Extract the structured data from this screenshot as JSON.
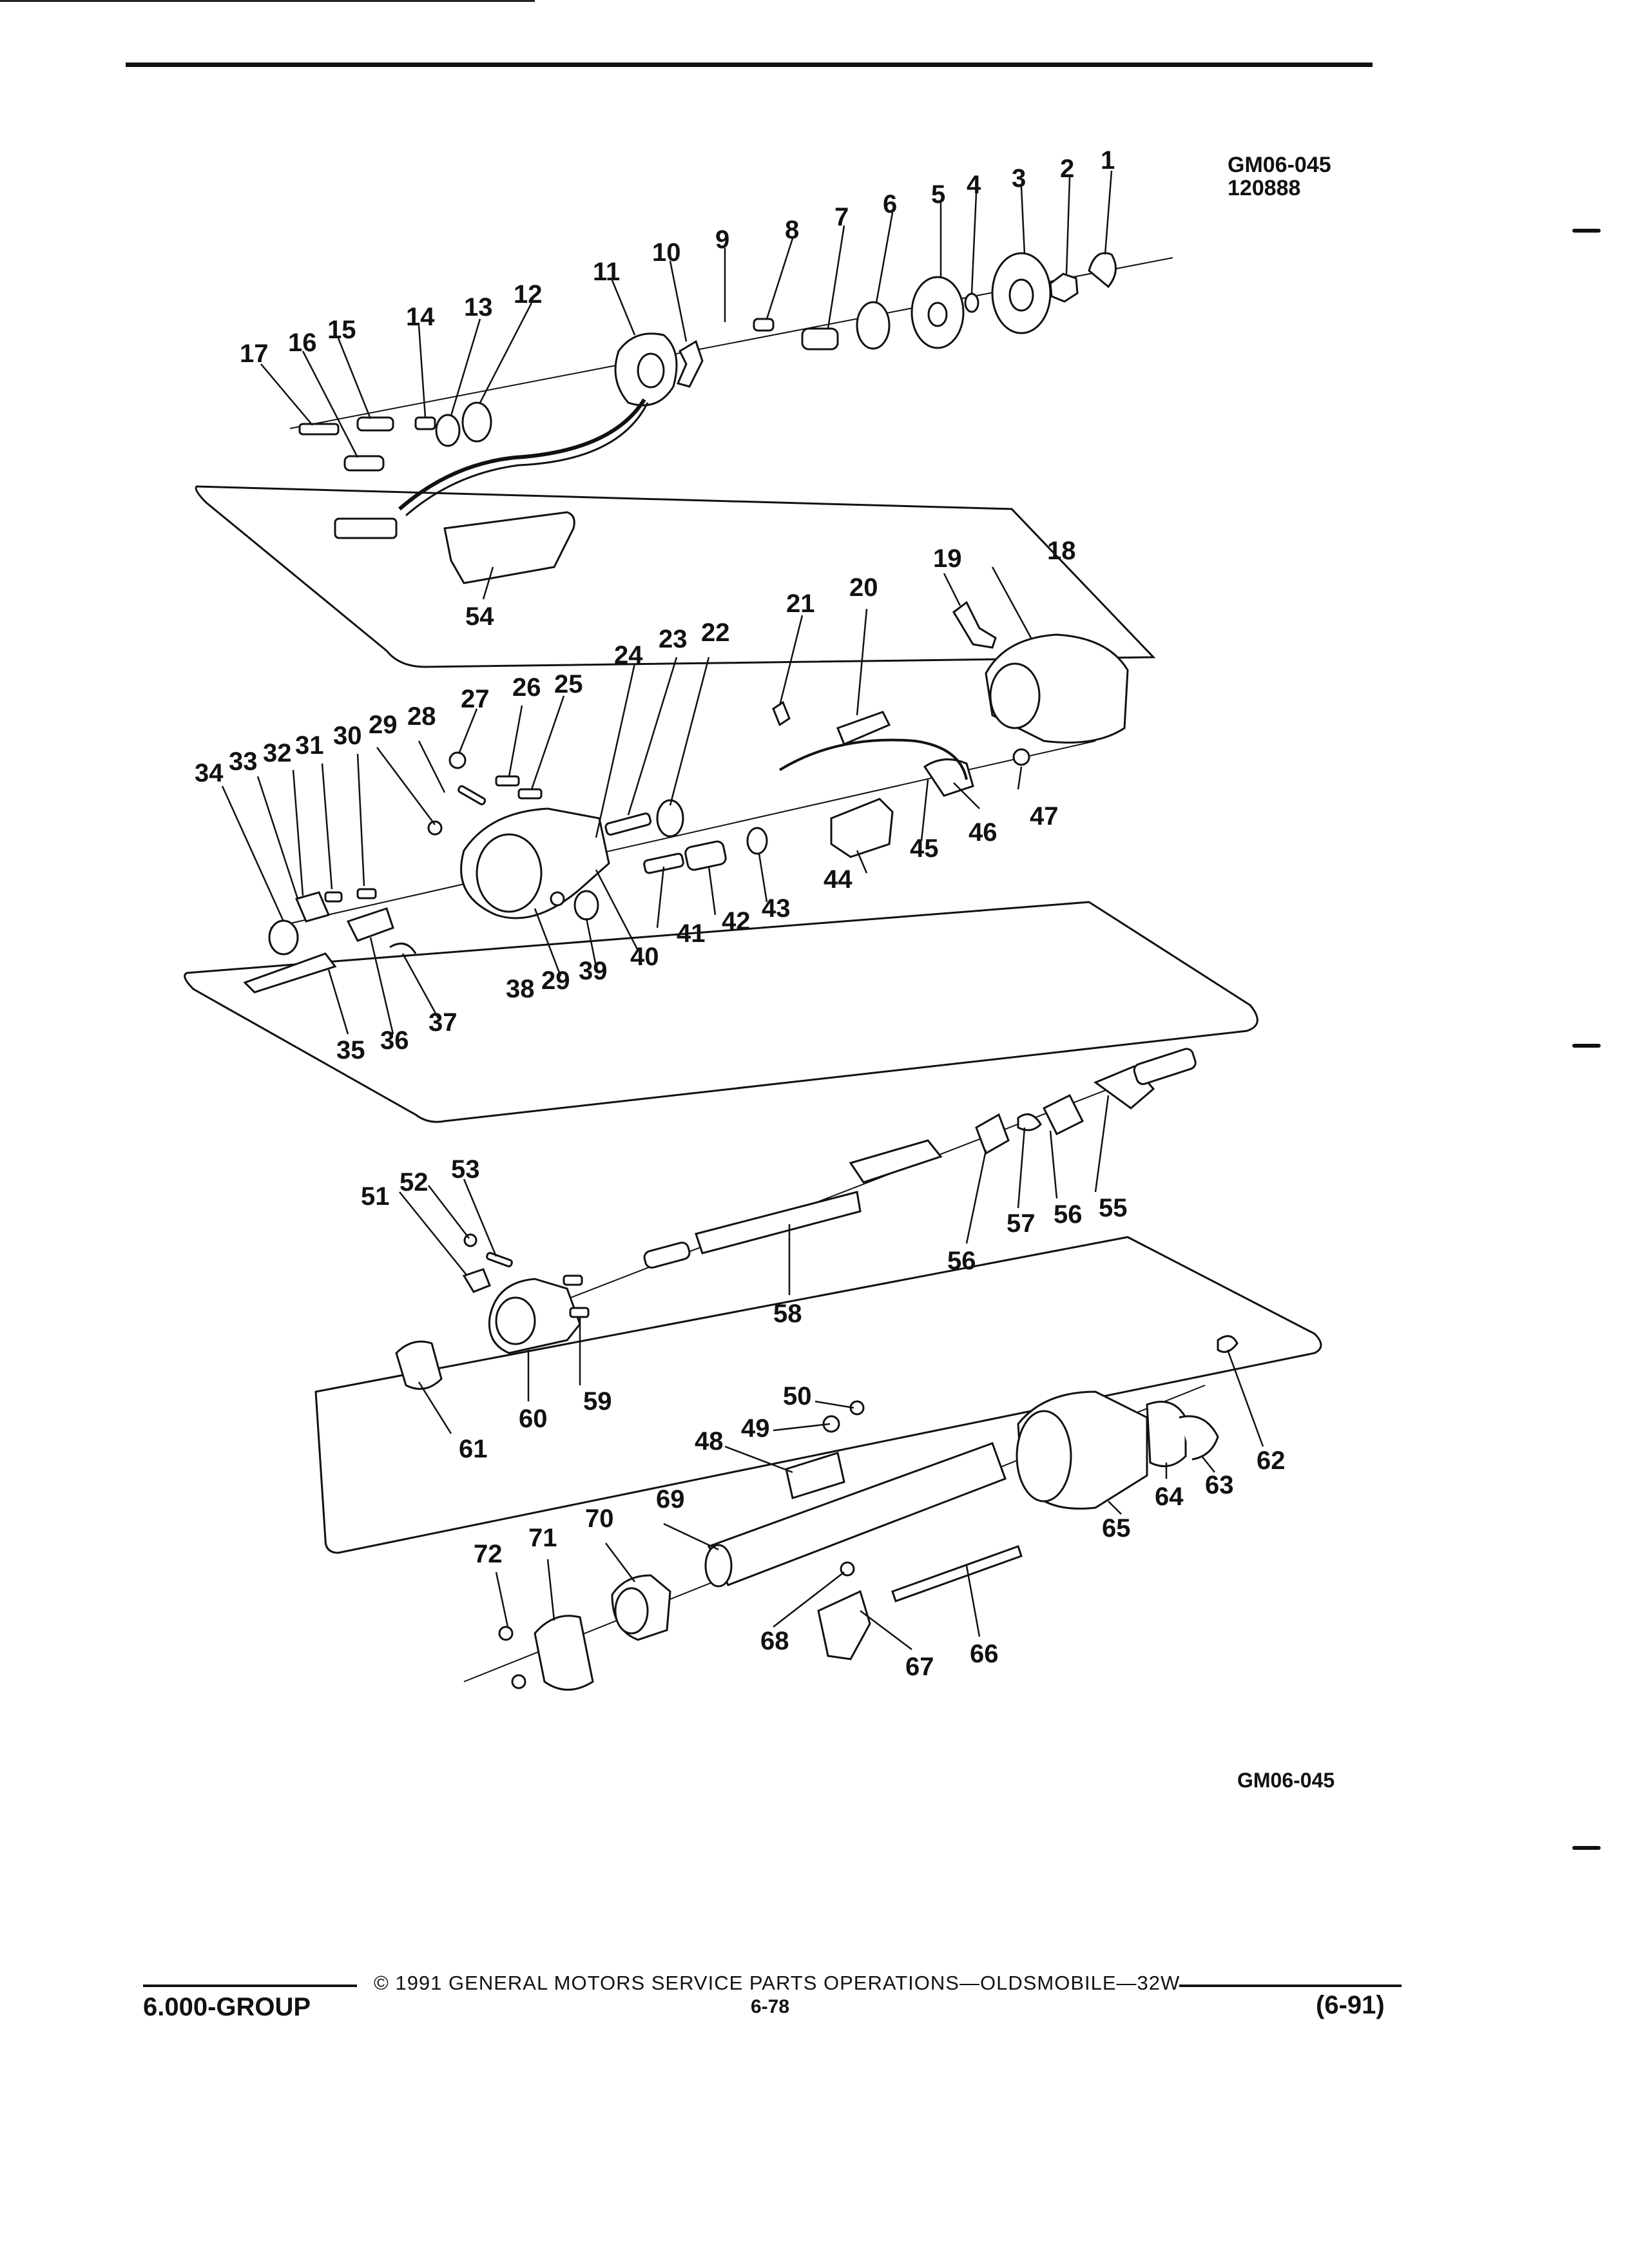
{
  "header": {
    "figure_id": "GM06-045",
    "figure_code": "120888"
  },
  "diagram": {
    "callouts": [
      "1",
      "2",
      "3",
      "4",
      "5",
      "6",
      "7",
      "8",
      "9",
      "10",
      "11",
      "12",
      "13",
      "14",
      "15",
      "16",
      "17",
      "18",
      "19",
      "20",
      "21",
      "22",
      "23",
      "24",
      "25",
      "26",
      "27",
      "28",
      "29",
      "29",
      "30",
      "31",
      "32",
      "33",
      "34",
      "35",
      "36",
      "37",
      "38",
      "39",
      "40",
      "41",
      "42",
      "43",
      "44",
      "45",
      "46",
      "47",
      "48",
      "49",
      "50",
      "51",
      "52",
      "53",
      "54",
      "55",
      "56",
      "56",
      "57",
      "58",
      "59",
      "60",
      "61",
      "62",
      "63",
      "64",
      "65",
      "66",
      "67",
      "68",
      "69",
      "70",
      "71",
      "72"
    ]
  },
  "figure_id_bottom": "GM06-045",
  "footer": {
    "copyright": "© 1991 GENERAL MOTORS SERVICE PARTS OPERATIONS—OLDSMOBILE—32W",
    "group": "6.000-GROUP",
    "page": "6-78",
    "date": "(6-91)"
  }
}
